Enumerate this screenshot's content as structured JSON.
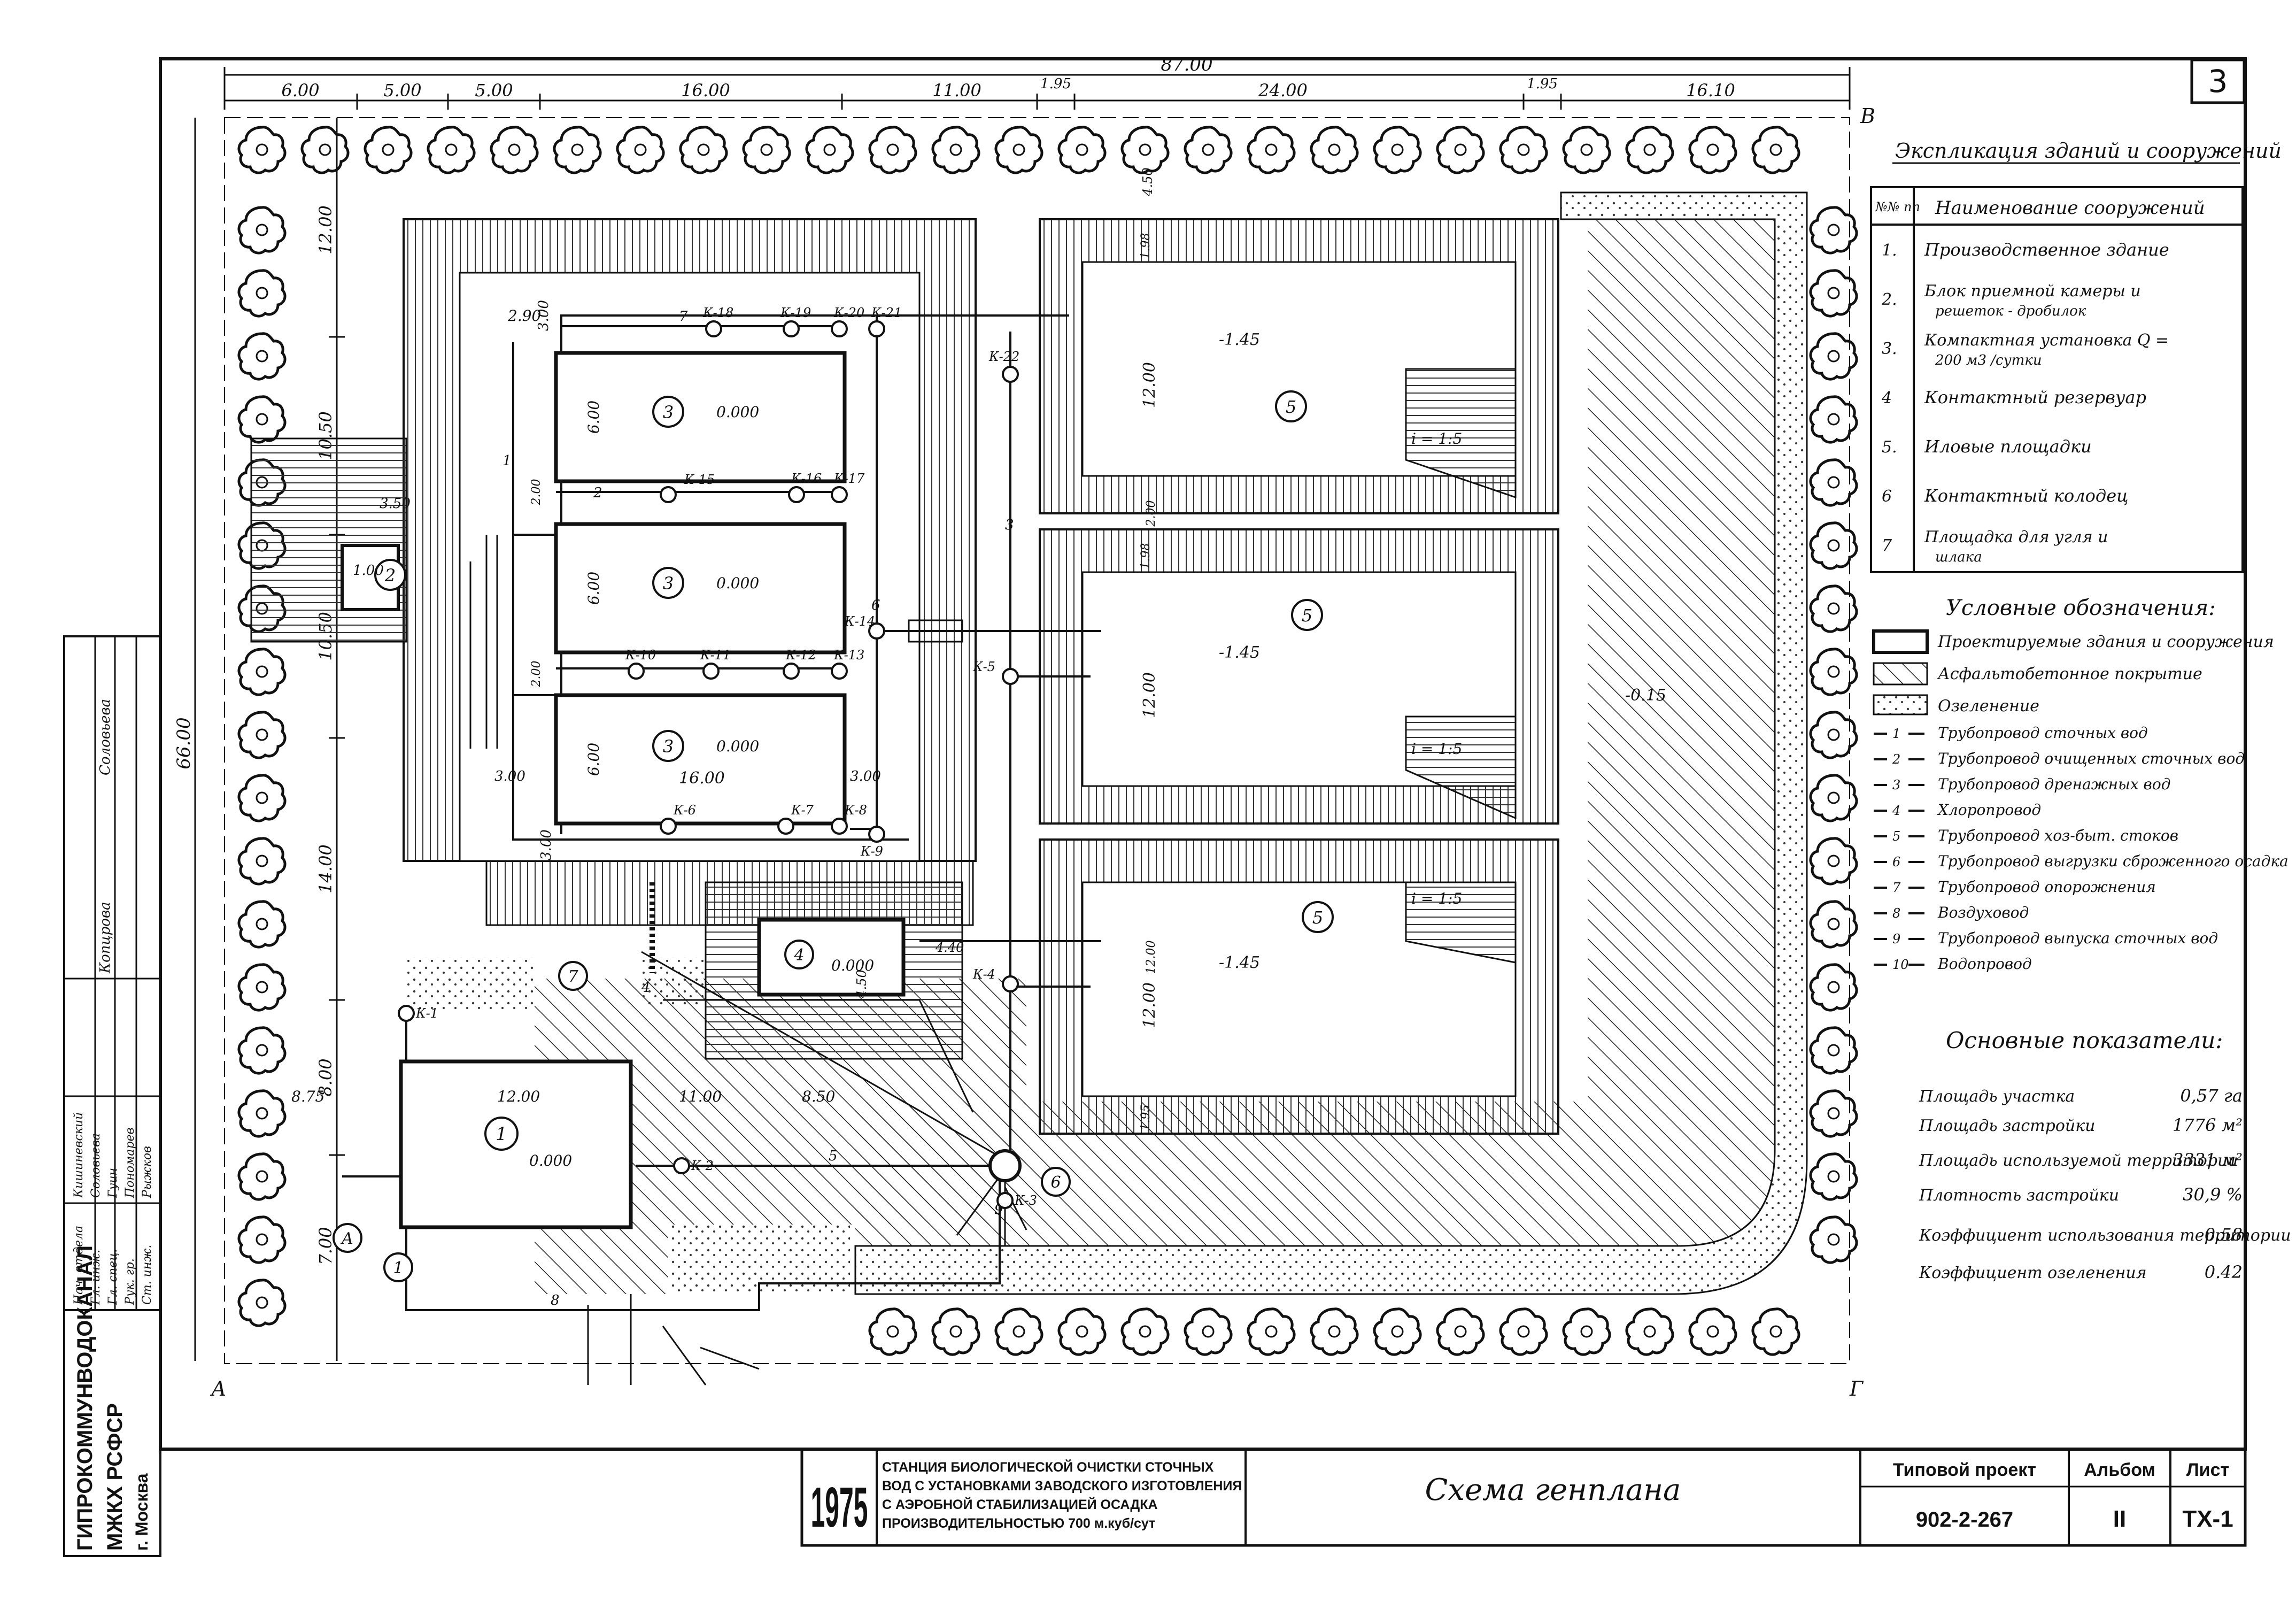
{
  "sheet": {
    "sheet_badge": "3",
    "total_width": "87.00",
    "total_height": "66.00",
    "corners": {
      "a": "А",
      "b": "В",
      "g": "Г"
    }
  },
  "dims_top": [
    "6.00",
    "5.00",
    "5.00",
    "16.00",
    "11.00",
    "1.95",
    "24.00",
    "1.95",
    "16.10"
  ],
  "dims_left": [
    "12.00",
    "10.50",
    "10.50",
    "14.00",
    "8.00",
    "7.00"
  ],
  "dims_inner": {
    "d290": "2.90",
    "d300a": "3.00",
    "d350": "3.50",
    "d300b": "3.00",
    "d300c": "3.00",
    "d300d": "3.00",
    "d600a": "6.00",
    "d600b": "6.00",
    "d600c": "6.00",
    "d1600": "16.00",
    "d875": "8.75",
    "d1200": "12.00",
    "d1100": "11.00",
    "d850": "8.50",
    "d450": "4.50",
    "d450b": "4.50",
    "d200a": "2.00",
    "d200b": "2.00",
    "d198a": "1.98",
    "d198b": "1.98",
    "d1200a": "12.00",
    "d1200b": "12.00",
    "d1200c": "12.00",
    "d1200d": "12.00",
    "d195": "1.95",
    "d100": "1.00",
    "d200c": "2.00",
    "d440": "4.40"
  },
  "buildings": [
    {
      "num": "1",
      "elev": "0.000"
    },
    {
      "num": "2",
      "elev": ""
    },
    {
      "num": "3",
      "elev": "0.000"
    },
    {
      "num": "3",
      "elev": "0.000"
    },
    {
      "num": "3",
      "elev": "0.000"
    },
    {
      "num": "4",
      "elev": "0.000"
    }
  ],
  "beds": [
    {
      "num": "5",
      "elev": "-1.45",
      "slope": "i = 1:5"
    },
    {
      "num": "5",
      "elev": "-1.45",
      "slope": "i = 1:5"
    },
    {
      "num": "5",
      "elev": "-1.45",
      "slope": "i = 1:5"
    }
  ],
  "asphalt_elev": "-0.15",
  "manholes": {
    "k1": "К-1",
    "k2": "К-2",
    "k3": "К-3",
    "k4": "К-4",
    "k5": "К-5",
    "k6": "К-6",
    "k7": "К-7",
    "k8": "К-8",
    "k9": "К-9",
    "k10": "К-10",
    "k11": "К-11",
    "k12": "К-12",
    "k13": "К-13",
    "k14": "К-14",
    "k15": "К-15",
    "k16": "К-16",
    "k17": "К-17",
    "k18": "К-18",
    "k19": "К-19",
    "k20": "К-20",
    "k21": "К-21",
    "k22": "К-22"
  },
  "markers": {
    "a": "А",
    "one": "1",
    "six": "6",
    "seven": "7"
  },
  "pipe_nums": {
    "p1": "1",
    "p2": "2",
    "p3": "3",
    "p4": "4",
    "p5": "5",
    "p6": "6",
    "p7": "7",
    "p8": "8",
    "p9": "9"
  },
  "explication": {
    "title": "Экспликация зданий и сооружений",
    "head_num": "№№ пп",
    "head_name": "Наименование сооружений",
    "rows": [
      {
        "num": "1.",
        "name": "Производственное здание"
      },
      {
        "num": "2.",
        "name": "Блок приемной камеры и решеток - дробилок"
      },
      {
        "num": "3.",
        "name": "Компактная установка Q = 200 м3 /сутки"
      },
      {
        "num": "4",
        "name": "Контактный резервуар"
      },
      {
        "num": "5.",
        "name": "Иловые площадки"
      },
      {
        "num": "6",
        "name": "Контактный колодец"
      },
      {
        "num": "7",
        "name": "Площадка для угля и шлака"
      }
    ]
  },
  "legend": {
    "title": "Условные обозначения:",
    "items": [
      {
        "label": "Проектируемые здания и сооружения",
        "code": ""
      },
      {
        "label": "Асфальтобетонное покрытие",
        "code": ""
      },
      {
        "label": "Озеленение",
        "code": ""
      },
      {
        "label": "Трубопровод сточных вод",
        "code": "1"
      },
      {
        "label": "Трубопровод очищенных сточных вод",
        "code": "2"
      },
      {
        "label": "Трубопровод дренажных вод",
        "code": "3"
      },
      {
        "label": "Хлоропровод",
        "code": "4"
      },
      {
        "label": "Трубопровод хоз-быт. стоков",
        "code": "5"
      },
      {
        "label": "Трубопровод выгрузки сброженного осадка",
        "code": "6"
      },
      {
        "label": "Трубопровод опорожнения",
        "code": "7"
      },
      {
        "label": "Воздуховод",
        "code": "8"
      },
      {
        "label": "Трубопровод выпуска сточных вод",
        "code": "9"
      },
      {
        "label": "Водопровод",
        "code": "10"
      }
    ]
  },
  "indicators": {
    "title": "Основные показатели:",
    "rows": [
      {
        "label": "Площадь участка",
        "value": "0,57 га"
      },
      {
        "label": "Площадь застройки",
        "value": "1776 м²"
      },
      {
        "label": "Площадь используемой территории",
        "value": "3331 м²"
      },
      {
        "label": "Плотность застройки",
        "value": "30,9 %"
      },
      {
        "label": "Коэффициент использования территории",
        "value": "0.58"
      },
      {
        "label": "Коэффициент озеленения",
        "value": "0.42"
      }
    ]
  },
  "title_block": {
    "year": "1975",
    "project_desc": [
      "СТАНЦИЯ БИОЛОГИЧЕСКОЙ ОЧИСТКИ СТОЧНЫХ",
      "ВОД С УСТАНОВКАМИ ЗАВОДСКОГО ИЗГОТОВЛЕНИЯ",
      "С АЭРОБНОЙ СТАБИЛИЗАЦИЕЙ ОСАДКА",
      "ПРОИЗВОДИТЕЛЬНОСТЬЮ 700 м.куб/сут"
    ],
    "drawing_title": "Схема генплана",
    "type_label": "Типовой проект",
    "type_value": "902-2-267",
    "album_label": "Альбом",
    "album_value": "II",
    "sheet_label": "Лист",
    "sheet_value": "ТХ-1"
  },
  "side_stamp": {
    "org": [
      "ГИПРОКОММУНВОДОКАНАЛ",
      "МЖКХ РСФСР",
      "г. Москва"
    ],
    "roles": [
      {
        "role": "Нач. отдела",
        "name": "Кишиневский"
      },
      {
        "role": "Гл. инж.",
        "name": "Соловьева"
      },
      {
        "role": "Гл. спец.",
        "name": "Гуин"
      },
      {
        "role": "Рук. гр.",
        "name": "Пономарев"
      },
      {
        "role": "Ст. инж.",
        "name": "Рыжков"
      }
    ],
    "extra": [
      "Копцрова",
      "Соловьева"
    ]
  }
}
